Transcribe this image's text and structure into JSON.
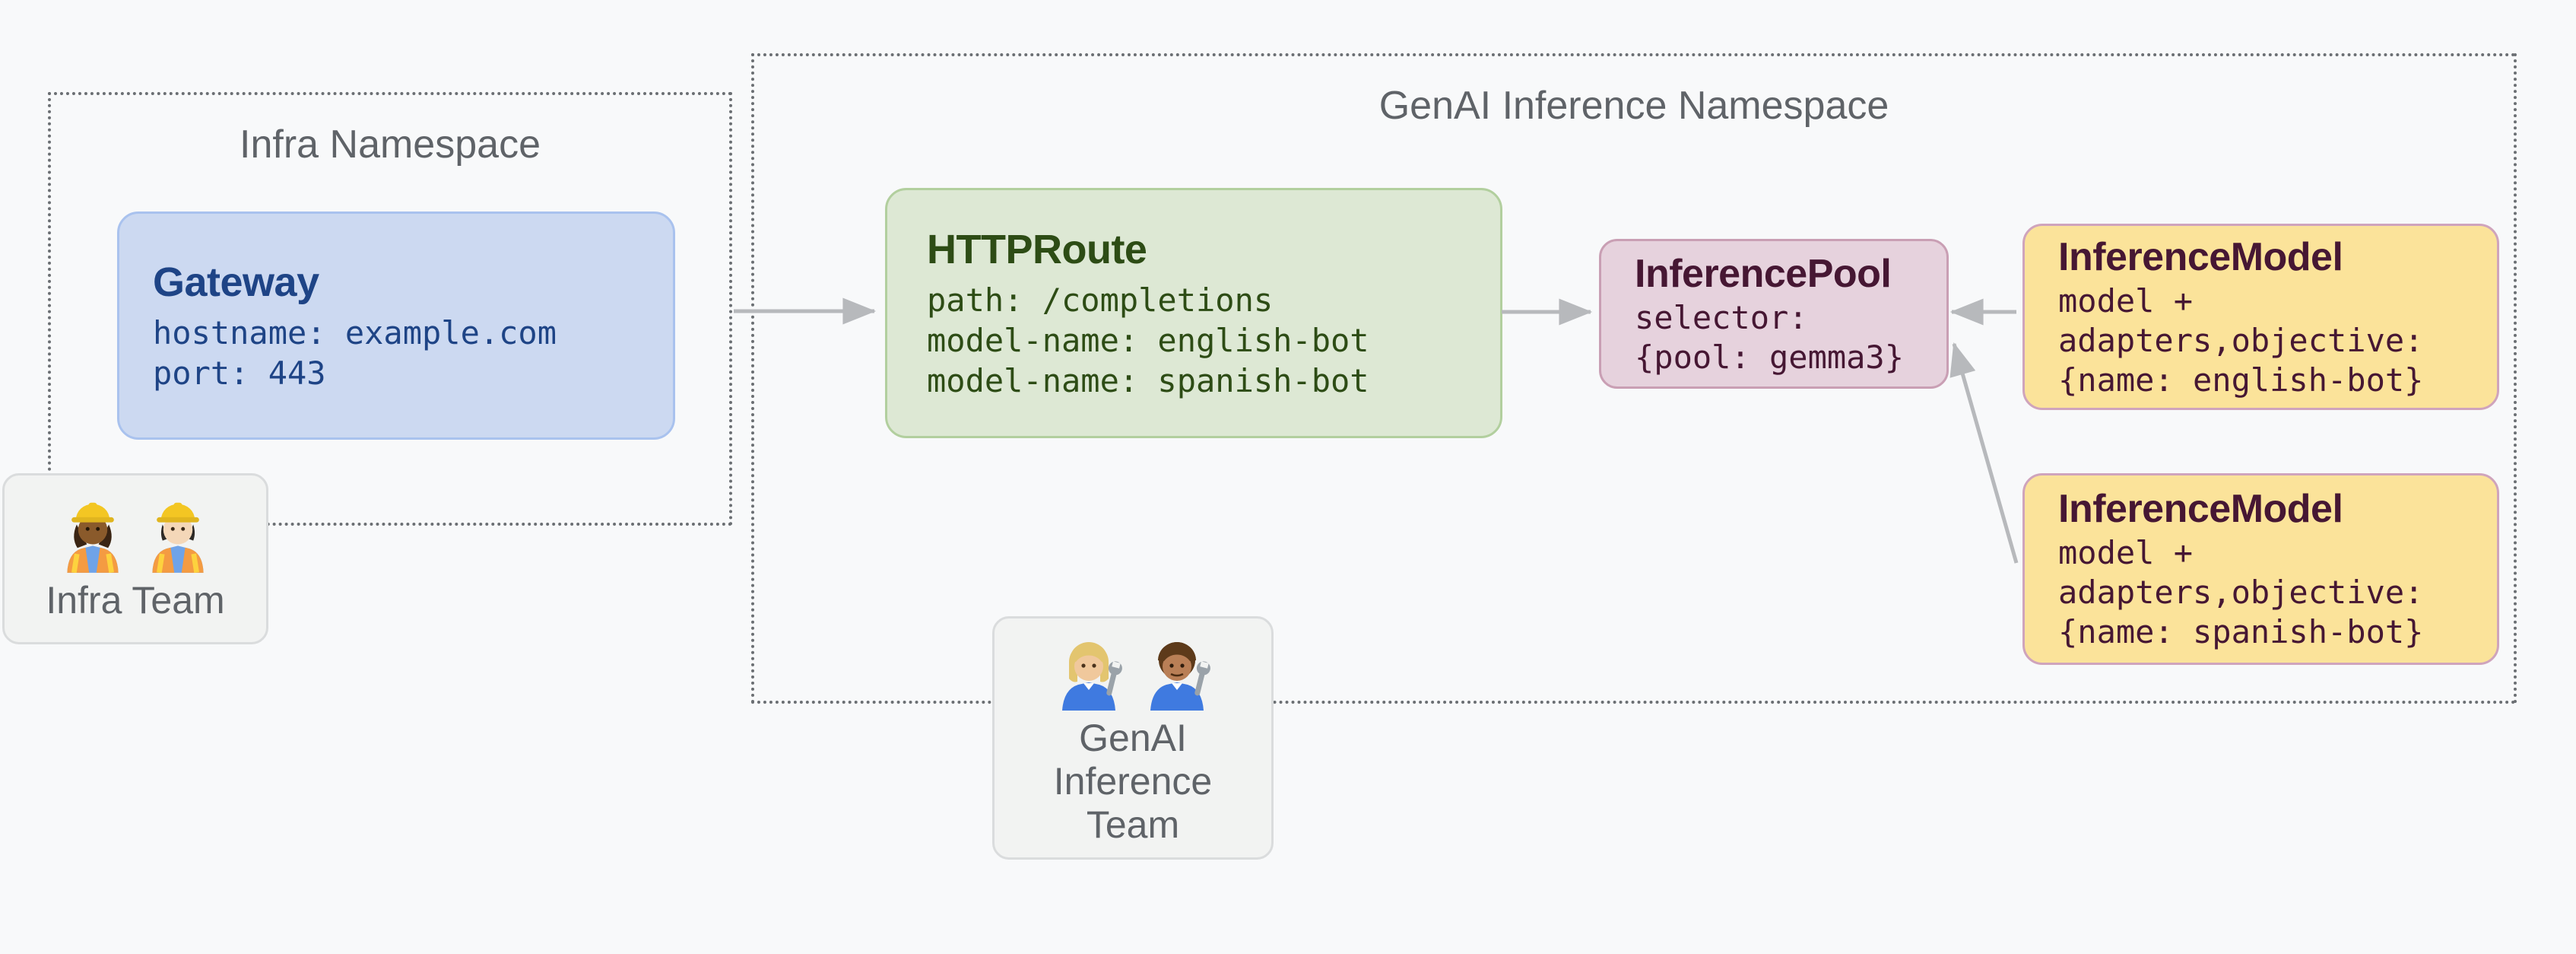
{
  "colors": {
    "background": "#f8f9fa",
    "namespace_border": "#6b6f73",
    "namespace_title_text": "#5f6368",
    "gateway_fill": "#ccd9f1",
    "gateway_border": "#a9c2ee",
    "gateway_text": "#1e4486",
    "httproute_fill": "#dde8d4",
    "httproute_border": "#b2cf9e",
    "httproute_text": "#2d4c15",
    "inference_pool_fill": "#e6d2dd",
    "inference_pool_border": "#c99fb4",
    "inference_pool_text": "#461733",
    "inference_model_fill": "#fbe39a",
    "inference_model_border": "#cfa4bc",
    "inference_model_text": "#461733",
    "team_box_fill": "#f2f3f2",
    "team_box_border": "#dadcdd",
    "team_text": "#5f6368",
    "arrow": "#b7b9bc"
  },
  "infra_namespace": {
    "title": "Infra Namespace",
    "gateway": {
      "title": "Gateway",
      "lines": [
        "hostname: example.com",
        "port: 443"
      ]
    }
  },
  "genai_namespace": {
    "title": "GenAI Inference Namespace",
    "httproute": {
      "title": "HTTPRoute",
      "lines": [
        "path: /completions",
        "model-name: english-bot",
        "model-name: spanish-bot"
      ]
    },
    "inference_pool": {
      "title": "InferencePool",
      "lines": [
        "selector:",
        "{pool: gemma3}"
      ]
    },
    "inference_model_english": {
      "title": "InferenceModel",
      "lines": [
        "model +",
        "adapters,objective:",
        "{name: english-bot}"
      ]
    },
    "inference_model_spanish": {
      "title": "InferenceModel",
      "lines": [
        "model +",
        "adapters,objective:",
        "{name: spanish-bot}"
      ]
    }
  },
  "teams": {
    "infra": {
      "label": "Infra Team",
      "emoji": "👷🏾‍♀️👷🏻",
      "icons": [
        "woman-construction-worker-icon",
        "man-construction-worker-icon"
      ]
    },
    "genai": {
      "label": "GenAI Inference Team",
      "emoji": "👩🏼‍🔧👨🏽‍🔧",
      "icons": [
        "woman-mechanic-icon",
        "man-mechanic-icon"
      ]
    }
  },
  "arrows": [
    "gateway-to-httproute",
    "httproute-to-inferencepool",
    "inferencemodel-english-to-inferencepool",
    "inferencemodel-spanish-to-inferencepool"
  ]
}
